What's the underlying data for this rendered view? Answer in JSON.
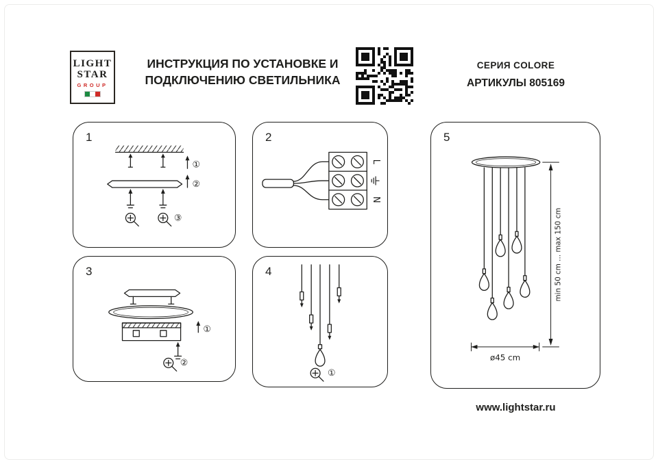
{
  "header": {
    "logo": {
      "word1": "LIGHT",
      "word2": "STAR",
      "word3": "GROUP"
    },
    "title_line1": "ИНСТРУКЦИЯ ПО УСТАНОВКЕ И",
    "title_line2": "ПОДКЛЮЧЕНИЮ СВЕТИЛЬНИКА",
    "series": "СЕРИЯ COLORE",
    "articles": "АРТИКУЛЫ 805169"
  },
  "markers": {
    "step1": "①",
    "step2": "②",
    "step3": "③"
  },
  "panels": {
    "p1": {
      "number": "1"
    },
    "p2": {
      "number": "2",
      "terminal_labels": {
        "live": "L",
        "neutral": "N"
      }
    },
    "p3": {
      "number": "3"
    },
    "p4": {
      "number": "4"
    },
    "p5": {
      "number": "5",
      "height_range": "min 50 cm ... max 150 cm",
      "diameter": "ø45 cm"
    }
  },
  "footer": {
    "website": "www.lightstar.ru"
  },
  "colors": {
    "ink": "#1e1e1c",
    "accent_red": "#cf2a27",
    "flag_green": "#1c8a42",
    "flag_red": "#d02b27"
  }
}
